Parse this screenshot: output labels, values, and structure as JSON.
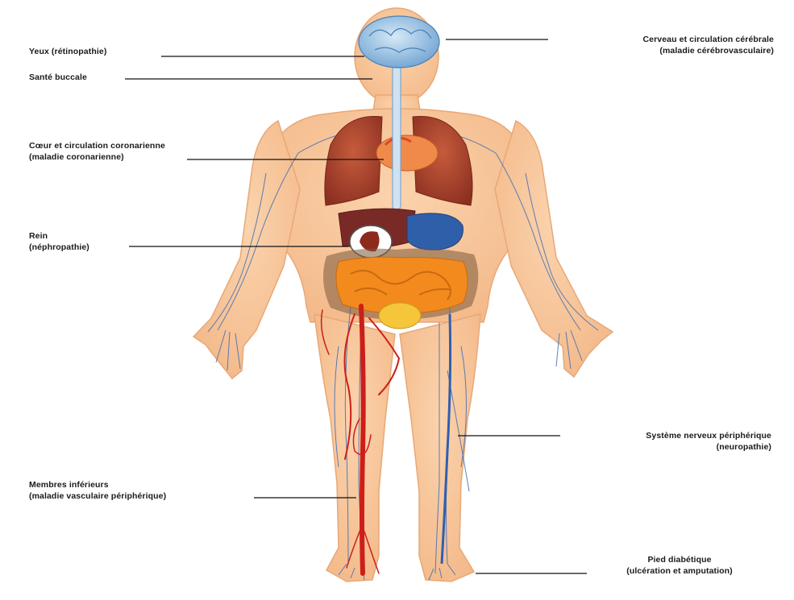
{
  "labels": {
    "eyes": {
      "line1": "Yeux (rétinopathie)"
    },
    "oral_health": {
      "line1": "Santé buccale"
    },
    "heart": {
      "line1": "Cœur et circulation coronarienne",
      "line2": "(maladie coronarienne)"
    },
    "kidney": {
      "line1": "Rein",
      "line2": "(néphropathie)"
    },
    "lower_limbs": {
      "line1": "Membres inférieurs",
      "line2": "(maladie vasculaire périphérique)"
    },
    "brain": {
      "line1": "Cerveau et circulation cérébrale",
      "line2": "(maladie cérébrovasculaire)"
    },
    "nervous_system": {
      "line1": "Système nerveux périphérique",
      "line2": "(neuropathie)"
    },
    "foot": {
      "line1": "Pied diabétique",
      "line2": "(ulcération et amputation)"
    }
  },
  "colors": {
    "skin": "#f7c59a",
    "skin_outline": "#e8a877",
    "brain": "#9cc4e4",
    "lungs": "#a9442c",
    "heart": "#f08a4b",
    "liver": "#7a2a26",
    "stomach": "#2f5fa8",
    "intestines": "#f28a1e",
    "bladder": "#f5c53a",
    "artery": "#cc1f1a",
    "vein": "#2f5fb0",
    "nerve": "#3f6db5",
    "leader_line": "#111111"
  }
}
